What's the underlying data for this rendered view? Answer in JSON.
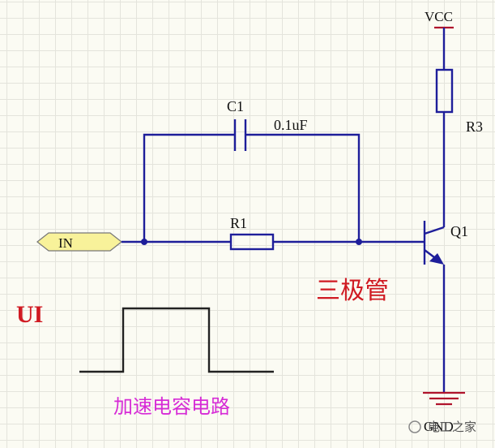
{
  "components": {
    "vcc": "VCC",
    "gnd": "GND",
    "capacitor_ref": "C1",
    "capacitor_value": "0.1uF",
    "resistor_r1": "R1",
    "resistor_r3": "R3",
    "transistor": "Q1",
    "input_port": "IN"
  },
  "annotations": {
    "transistor_note": "三极管",
    "signal_label": "UI",
    "circuit_caption": "加速电容电路"
  },
  "watermark": "电工之家",
  "colors": {
    "wire": "#1e1e9a",
    "power_symbol": "#b0142c",
    "port_fill": "#f8f29a",
    "annotation_red": "#d01a22",
    "caption_magenta": "#d62ad6"
  }
}
